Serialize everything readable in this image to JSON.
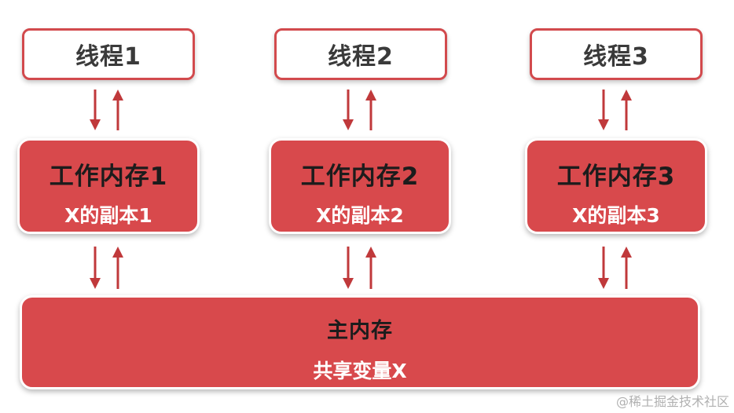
{
  "threads": [
    {
      "label": "线程1",
      "work_memory": "工作内存1",
      "copy": "X的副本1"
    },
    {
      "label": "线程2",
      "work_memory": "工作内存2",
      "copy": "X的副本2"
    },
    {
      "label": "线程3",
      "work_memory": "工作内存3",
      "copy": "X的副本3"
    }
  ],
  "main_memory": {
    "title": "主内存",
    "subtitle": "共享变量X"
  },
  "watermark": "@稀土掘金技术社区",
  "colors": {
    "box_red": "#d8494c",
    "border_red": "#d24a4d",
    "arrow_red": "#c0393b",
    "watermark_gray": "#b0b0b0"
  }
}
